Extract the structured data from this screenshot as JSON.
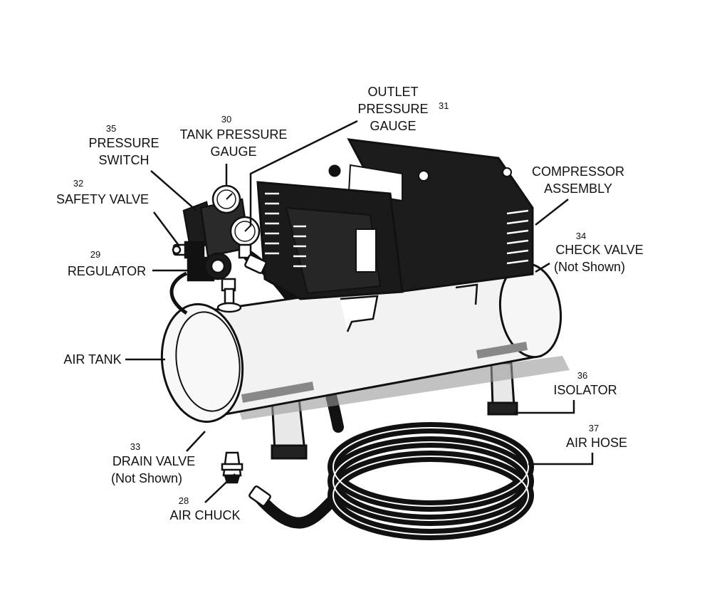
{
  "parts": [
    {
      "id": "outlet_pressure_gauge",
      "number": "31",
      "lines": [
        "OUTLET",
        "PRESSURE",
        "GAUGE"
      ]
    },
    {
      "id": "tank_pressure_gauge",
      "number": "30",
      "lines": [
        "TANK PRESSURE",
        "GAUGE"
      ]
    },
    {
      "id": "pressure_switch",
      "number": "35",
      "lines": [
        "PRESSURE",
        "SWITCH"
      ]
    },
    {
      "id": "safety_valve",
      "number": "32",
      "lines": [
        "SAFETY VALVE"
      ]
    },
    {
      "id": "regulator",
      "number": "29",
      "lines": [
        "REGULATOR"
      ]
    },
    {
      "id": "compressor_assembly",
      "number": "",
      "lines": [
        "COMPRESSOR",
        "ASSEMBLY"
      ]
    },
    {
      "id": "check_valve",
      "number": "34",
      "lines": [
        "CHECK VALVE",
        "(Not Shown)"
      ]
    },
    {
      "id": "air_tank",
      "number": "",
      "lines": [
        "AIR TANK"
      ]
    },
    {
      "id": "isolator",
      "number": "36",
      "lines": [
        "ISOLATOR"
      ]
    },
    {
      "id": "air_hose",
      "number": "37",
      "lines": [
        "AIR HOSE"
      ]
    },
    {
      "id": "drain_valve",
      "number": "33",
      "lines": [
        "DRAIN VALVE",
        "(Not Shown)"
      ]
    },
    {
      "id": "air_chuck",
      "number": "28",
      "lines": [
        "AIR CHUCK"
      ]
    }
  ],
  "colors": {
    "ink": "#111111",
    "shade": "#9a9a9a",
    "tank": "#f2f2f2"
  }
}
